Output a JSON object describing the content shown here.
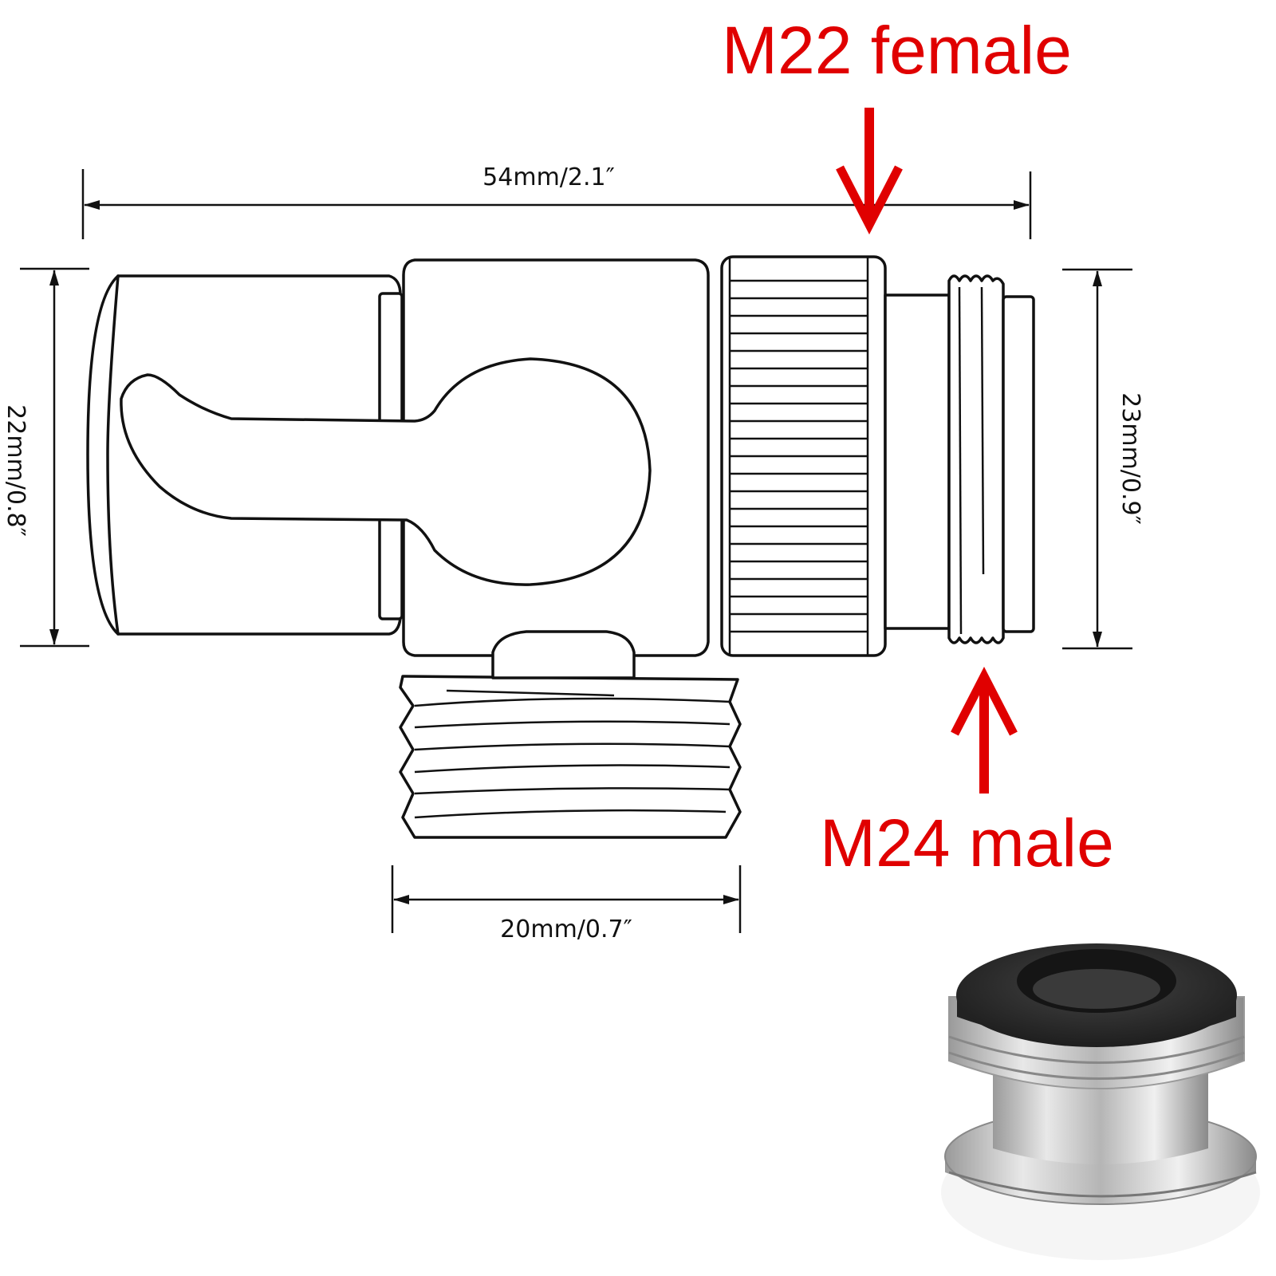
{
  "labels": {
    "top_connector": "M22 female",
    "side_connector": "M24 male"
  },
  "dimensions": {
    "length": "54mm/2.1″",
    "left_height": "22mm/0.8″",
    "right_height": "23mm/0.9″",
    "bottom_width": "20mm/0.7″"
  },
  "colors": {
    "callout": "#e00000",
    "line": "#111111",
    "gasket": "#2a2a2a",
    "metal": "#c8c8c8"
  }
}
